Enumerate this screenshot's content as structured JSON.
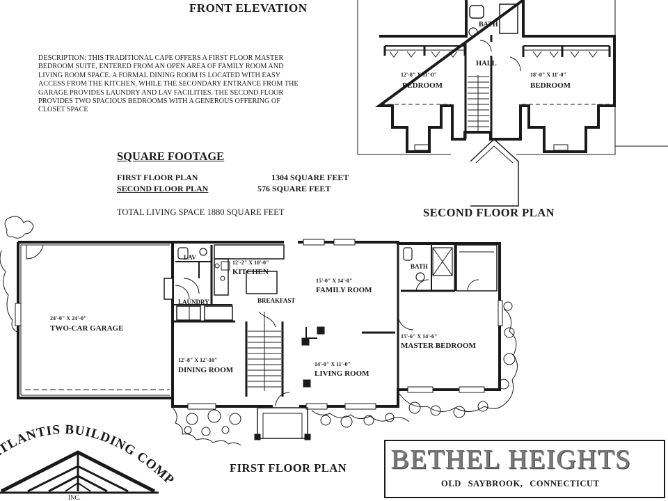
{
  "headings": {
    "front_elevation": "FRONT ELEVATION",
    "second_floor_plan": "SECOND FLOOR PLAN",
    "first_floor_plan": "FIRST FLOOR PLAN"
  },
  "description": "DESCRIPTION:  THIS TRADITIONAL CAPE OFFERS A FIRST FLOOR MASTER BEDROOM SUITE, ENTERED FROM AN OPEN AREA OF FAMILY ROOM AND LIVING ROOM SPACE.  A FORMAL DINING ROOM IS LOCATED WITH EASY ACCESS FROM THE KITCHEN, WHILE THE SECONDARY ENTRANCE FROM THE GARAGE PROVIDES  LAUNDRY AND LAV FACILITIES.  THE SECOND FLOOR PROVIDES TWO SPACIOUS BEDROOMS WITH A GENEROUS OFFERING OF CLOSET SPACE",
  "square_footage": {
    "title": "SQUARE FOOTAGE",
    "first_label": "FIRST FLOOR PLAN",
    "first_value": "1304 SQUARE FEET",
    "second_label": "SECOND FLOOR PLAN",
    "second_value": "576 SQUARE FEET",
    "total": "TOTAL LIVING SPACE 1880 SQUARE FEET"
  },
  "second_floor": {
    "bath": "BATH",
    "hall": "HALL",
    "bedroom_left": {
      "dim": "12'-8\" X 11'-0\"",
      "name": "BEDROOM"
    },
    "bedroom_right": {
      "dim": "18'-0\" X 11'-0\"",
      "name": "BEDROOM"
    }
  },
  "first_floor": {
    "lav": "LAV",
    "kitchen": {
      "dim": "12'-2\" X 10'-0\"",
      "name": "KITCHEN"
    },
    "breakfast": "BREAKFAST",
    "laundry": "LAUNDRY",
    "family_room": {
      "dim": "15'-0\" X 14'-0\"",
      "name": "FAMILY ROOM"
    },
    "garage": {
      "dim": "24'-0\" X 24'-0\"",
      "name": "TWO-CAR GARAGE"
    },
    "dining_room": {
      "dim": "12'-8\" X 12'-10\"",
      "name": "DINING ROOM"
    },
    "living_room": {
      "dim": "14'-0\" X 11'-0\"",
      "name": "LIVING ROOM"
    },
    "bath": "BATH",
    "master_bedroom": {
      "dim": "15'-6\" X 14'-6\"",
      "name": "MASTER BEDROOM"
    }
  },
  "branding": {
    "company": "ATLANTIS BUILDING COMPANY",
    "inc": "INC.",
    "project": "BETHEL HEIGHTS",
    "location": "OLD SAYBROOK,   CONNECTICUT"
  }
}
